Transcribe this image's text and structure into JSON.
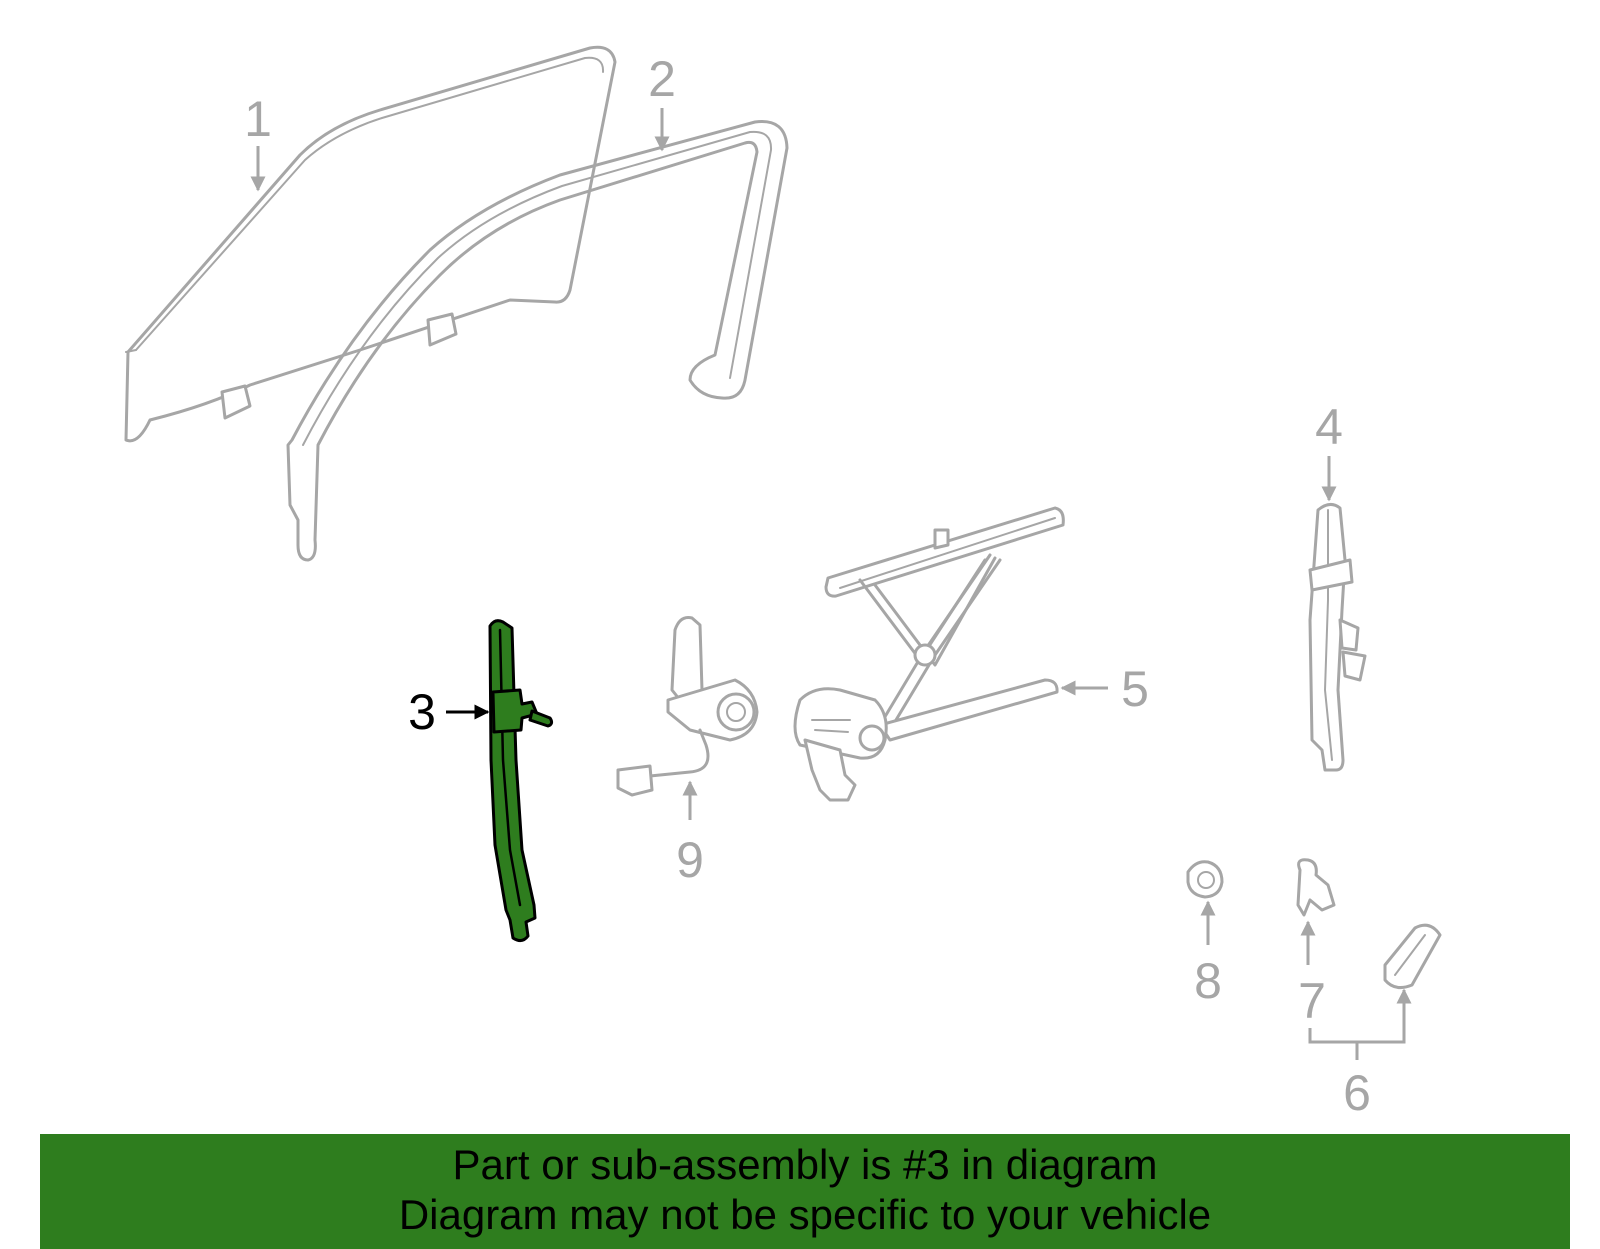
{
  "callouts": {
    "c1": "1",
    "c2": "2",
    "c3": "3",
    "c4": "4",
    "c5": "5",
    "c6": "6",
    "c7": "7",
    "c8": "8",
    "c9": "9"
  },
  "highlighted_part": "3",
  "colors": {
    "highlight": "#2e7d1e",
    "part_stroke": "#a6a6a6",
    "active_callout": "#000000"
  },
  "banner": {
    "line1": "Part or sub-assembly is #3 in diagram",
    "line2": "Diagram may not be specific to your vehicle"
  }
}
